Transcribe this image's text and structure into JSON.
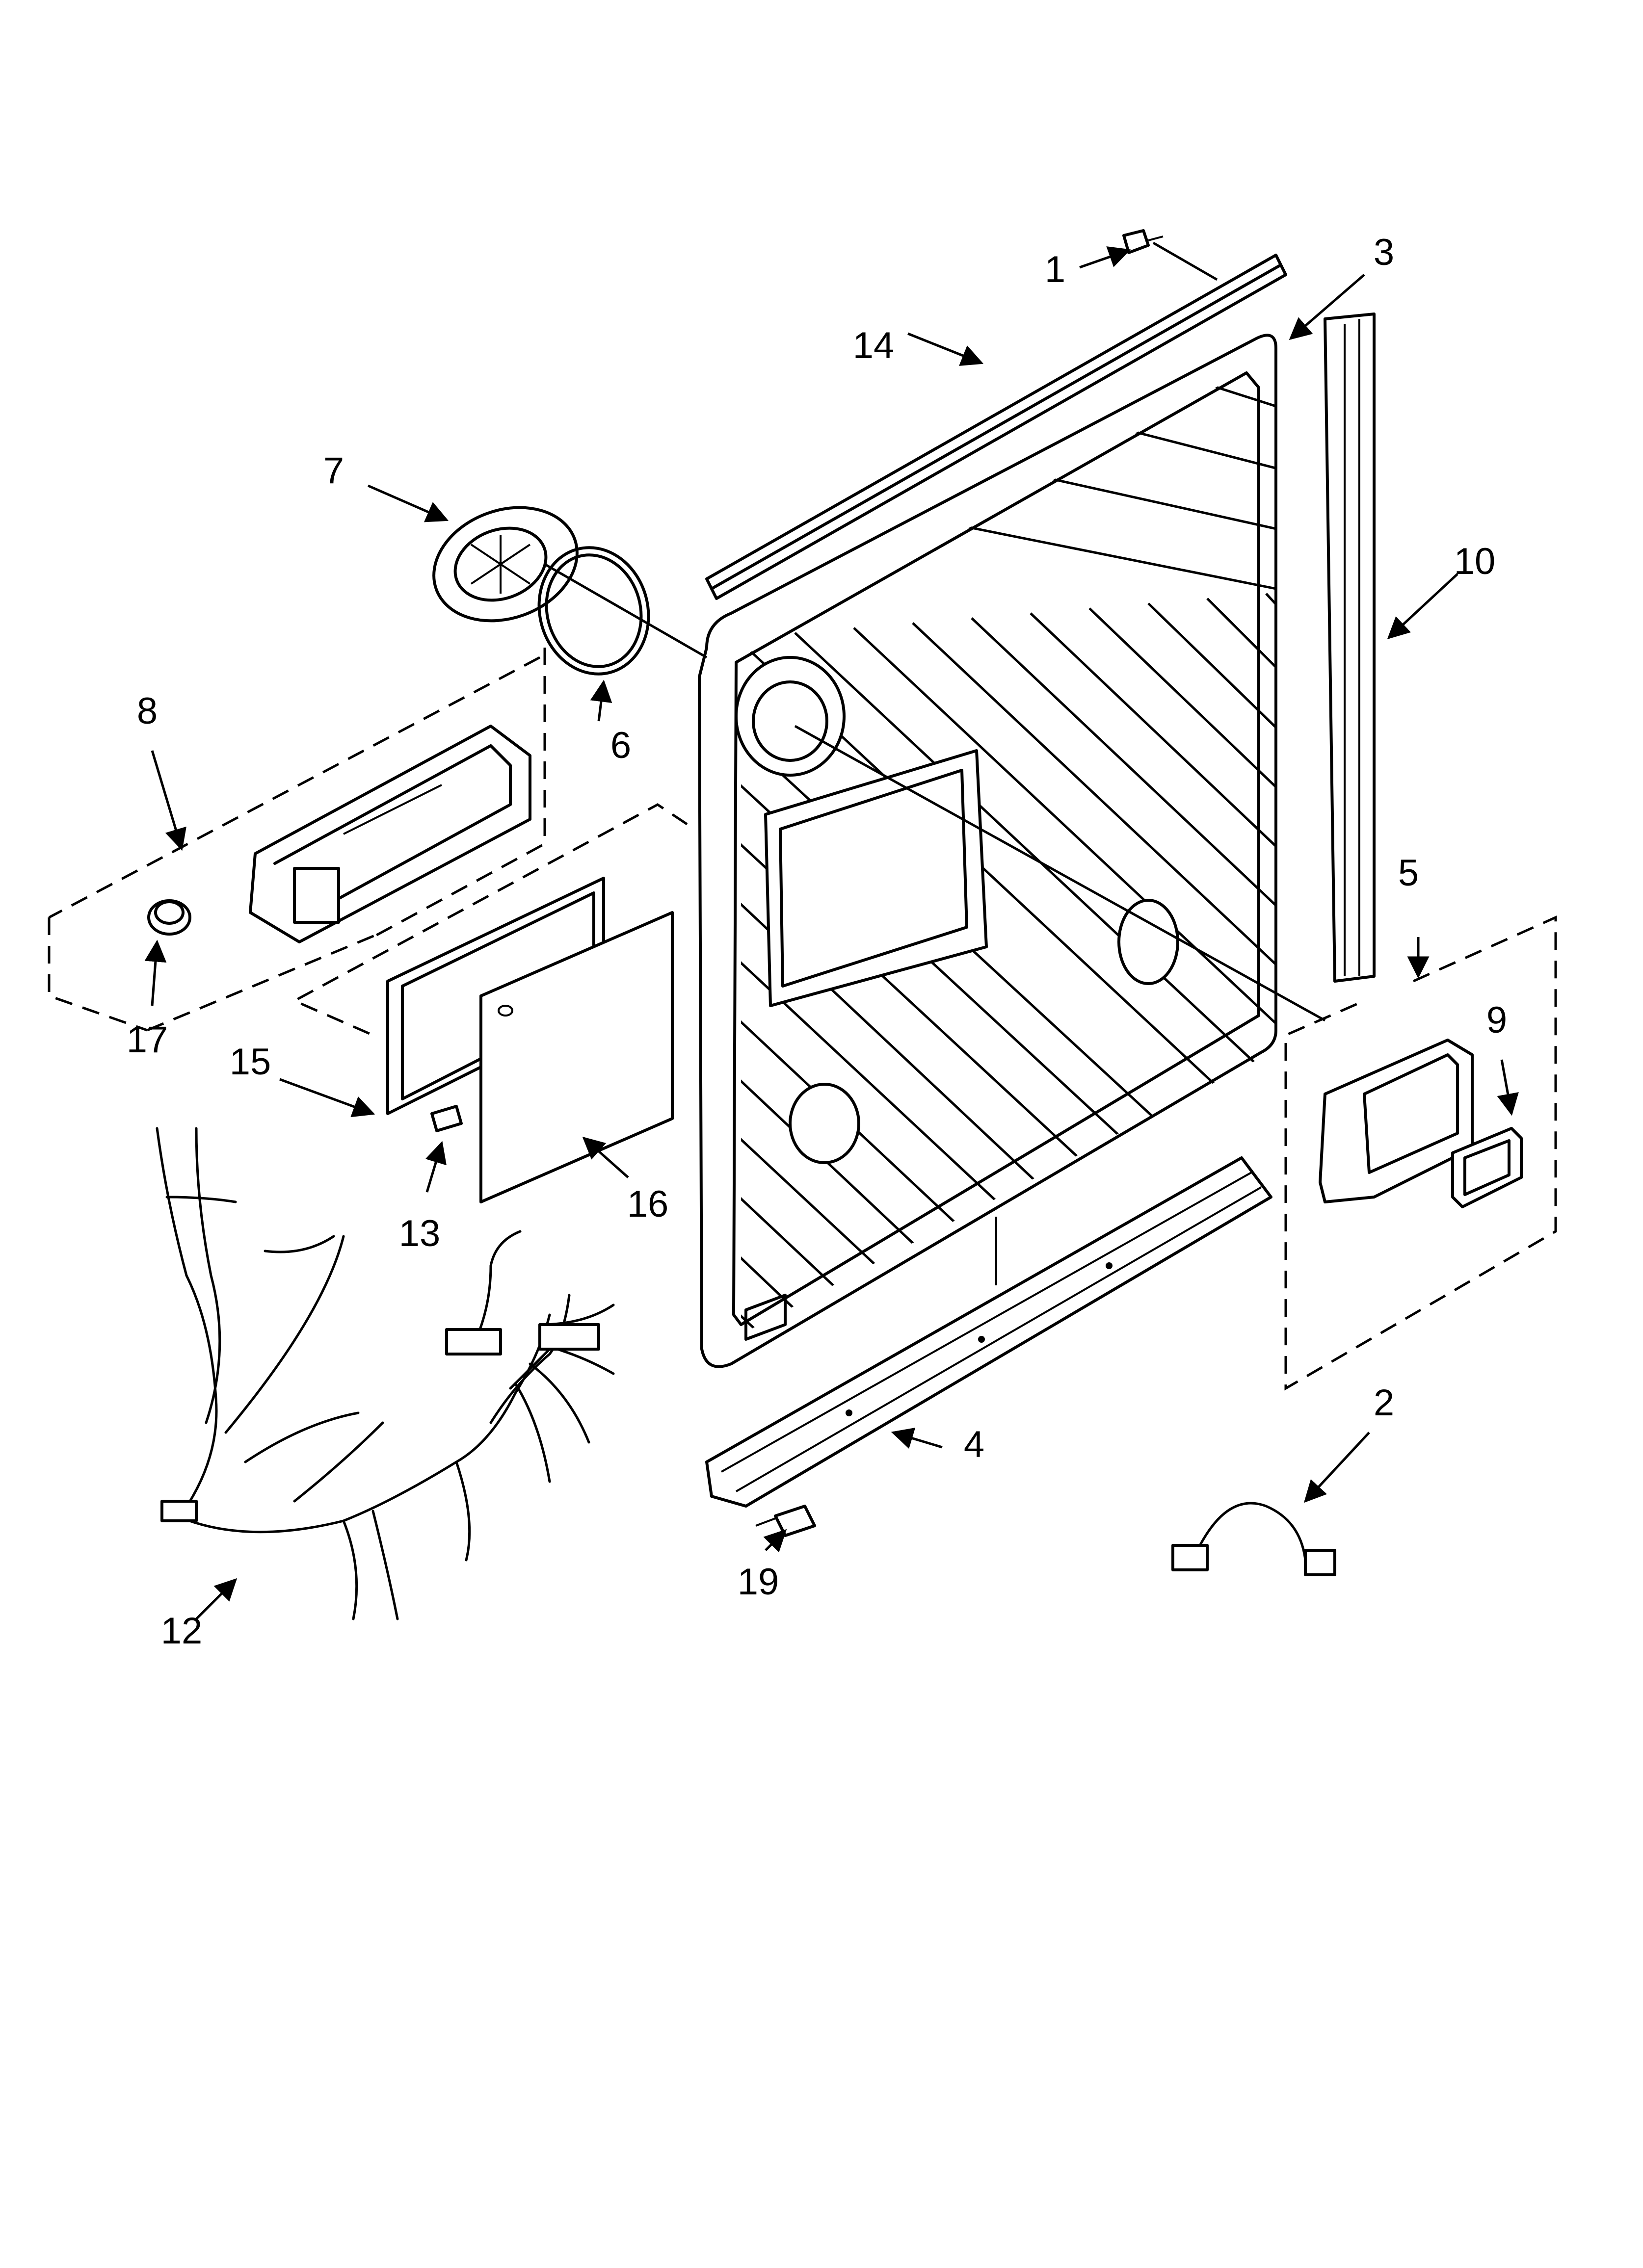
{
  "diagram": {
    "callouts": [
      {
        "id": "1",
        "label": "1"
      },
      {
        "id": "2",
        "label": "2"
      },
      {
        "id": "3",
        "label": "3"
      },
      {
        "id": "4",
        "label": "4"
      },
      {
        "id": "5",
        "label": "5"
      },
      {
        "id": "6",
        "label": "6"
      },
      {
        "id": "7",
        "label": "7"
      },
      {
        "id": "8",
        "label": "8"
      },
      {
        "id": "9",
        "label": "9"
      },
      {
        "id": "10",
        "label": "10"
      },
      {
        "id": "12",
        "label": "12"
      },
      {
        "id": "13",
        "label": "13"
      },
      {
        "id": "14",
        "label": "14"
      },
      {
        "id": "15",
        "label": "15"
      },
      {
        "id": "16",
        "label": "16"
      },
      {
        "id": "17",
        "label": "17"
      },
      {
        "id": "19",
        "label": "19"
      }
    ]
  }
}
